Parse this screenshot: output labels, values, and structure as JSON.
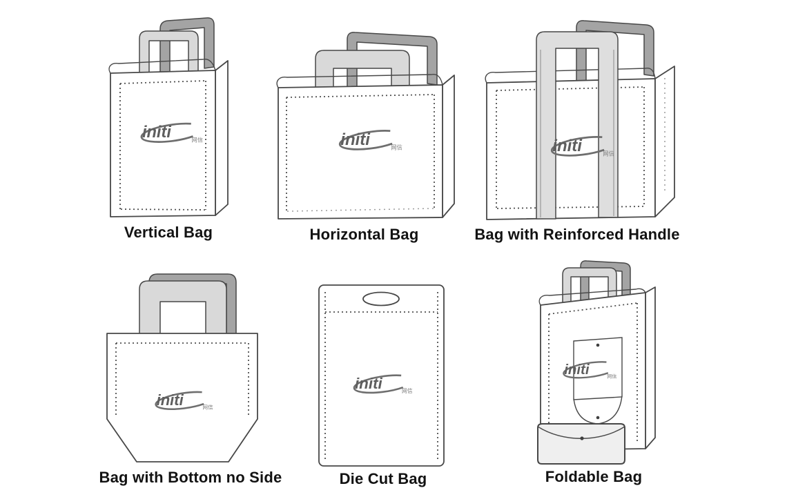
{
  "page": {
    "background": "#ffffff"
  },
  "colors": {
    "line": "#474747",
    "handle_front": "#d9d9d9",
    "handle_back": "#a4a4a4",
    "stitch": "#4f4f4f",
    "label_text": "#121212",
    "logo_gray": "#5e5e5e"
  },
  "logo": {
    "text": "initi",
    "sub": "网信"
  },
  "figures": [
    {
      "id": "vertical-bag",
      "label": "Vertical Bag"
    },
    {
      "id": "horizontal-bag",
      "label": "Horizontal Bag"
    },
    {
      "id": "reinforced-handle-bag",
      "label": "Bag with Reinforced Handle"
    },
    {
      "id": "bottom-no-side-bag",
      "label": "Bag with Bottom no Side"
    },
    {
      "id": "die-cut-bag",
      "label": "Die Cut Bag"
    },
    {
      "id": "foldable-bag",
      "label": "Foldable Bag"
    }
  ]
}
